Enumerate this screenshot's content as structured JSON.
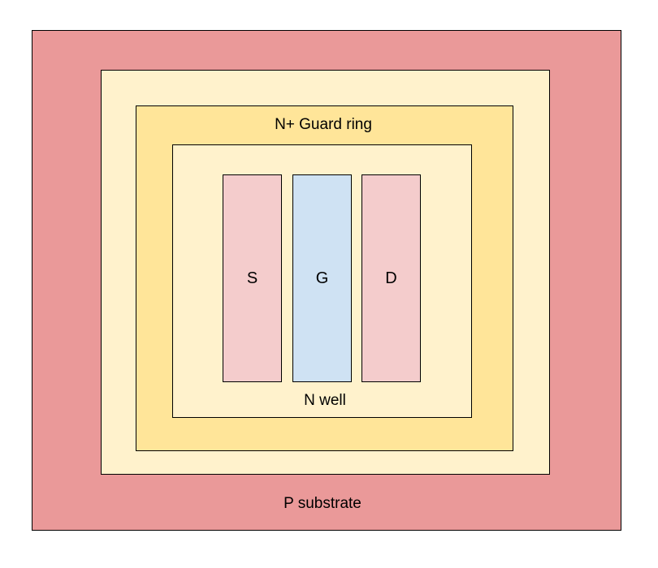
{
  "colors": {
    "substrate": "#ea9999",
    "outer_band": "#fff2cc",
    "guard_ring": "#ffe599",
    "nwell": "#fff2cc",
    "source": "#f4cccc",
    "gate": "#cfe2f3",
    "drain": "#f4cccc"
  },
  "labels": {
    "guard_ring": "N+ Guard ring",
    "nwell": "N well",
    "substrate": "P substrate"
  },
  "terminals": [
    {
      "label": "S"
    },
    {
      "label": "G"
    },
    {
      "label": "D"
    }
  ]
}
